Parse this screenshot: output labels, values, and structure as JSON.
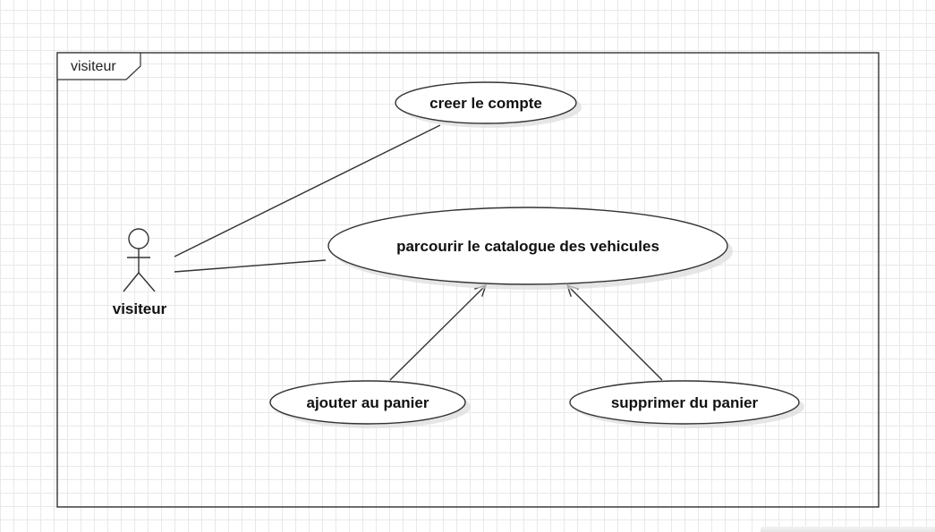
{
  "frame": {
    "title": "visiteur"
  },
  "actor": {
    "label": "visiteur"
  },
  "use_cases": {
    "create_account": "creer le compte",
    "browse_catalog": "parcourir le catalogue des vehicules",
    "add_to_cart": "ajouter au panier",
    "remove_from_cart": "supprimer du panier"
  },
  "colors": {
    "stroke": "#333333",
    "shadow": "#d9d9d9",
    "grid": "#e9e9e9"
  }
}
